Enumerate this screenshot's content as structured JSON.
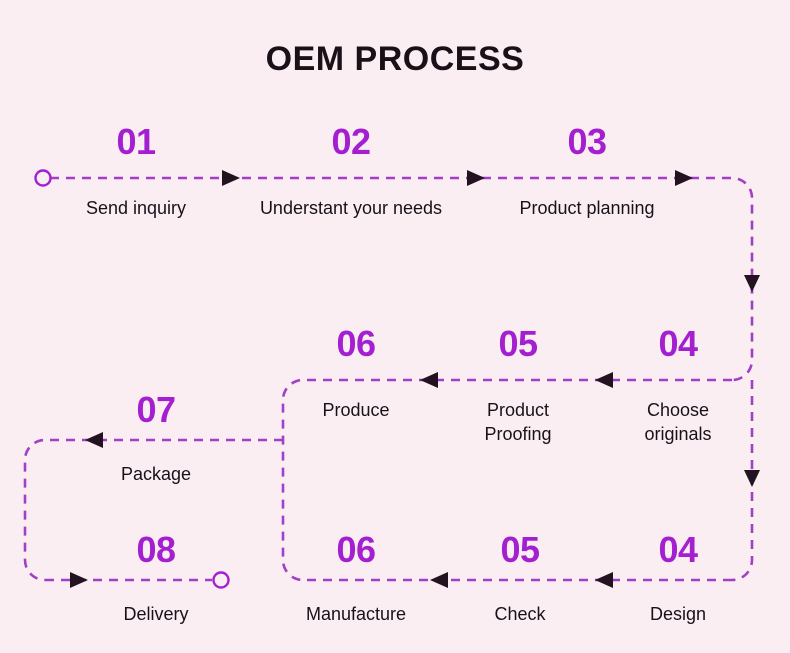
{
  "page": {
    "title": "OEM PROCESS",
    "background_color": "#fbeef2",
    "accent_color": "#a31fd0",
    "line_color": "#a13fc8",
    "arrow_color": "#231320",
    "text_color": "#17121a"
  },
  "steps": [
    {
      "num": "01",
      "label": "Send inquiry",
      "row": 1
    },
    {
      "num": "02",
      "label": "Understant your needs",
      "row": 1
    },
    {
      "num": "03",
      "label": "Product planning",
      "row": 1
    },
    {
      "num": "04",
      "label": "Choose\noriginals",
      "row": 2
    },
    {
      "num": "05",
      "label": "Product\nProofing",
      "row": 2
    },
    {
      "num": "06",
      "label": "Produce",
      "row": 2
    },
    {
      "num": "07",
      "label": "Package",
      "row": 3
    },
    {
      "num": "08",
      "label": "Delivery",
      "row": 4
    },
    {
      "num": "06",
      "label": "Manufacture",
      "row": 4
    },
    {
      "num": "05",
      "label": "Check",
      "row": 4
    },
    {
      "num": "04",
      "label": "Design",
      "row": 4
    }
  ],
  "markers": {
    "start_node": "start-circle",
    "end_node": "end-circle",
    "arrow_right": "arrow-right-icon",
    "arrow_left": "arrow-left-icon",
    "arrow_down": "arrow-down-icon"
  }
}
